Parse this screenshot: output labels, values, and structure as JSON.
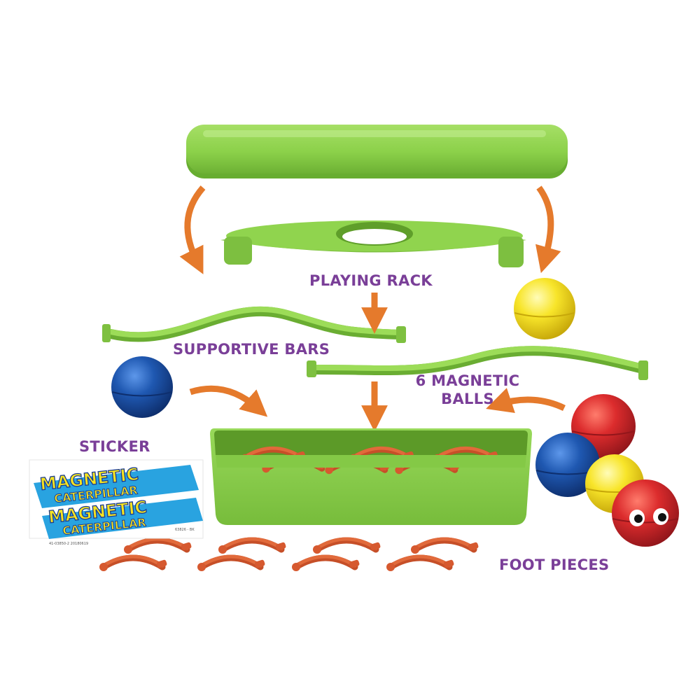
{
  "labels": {
    "playing_rack": "PLAYING RACK",
    "supportive_bars": "SUPPORTIVE BARS",
    "magnetic_balls_line1": "6 MAGNETIC",
    "magnetic_balls_line2": "BALLS",
    "sticker": "STICKER",
    "foot_pieces": "FOOT PIECES"
  },
  "sticker": {
    "line1": "MAGNETIC",
    "line2": "CATERPILLAR",
    "fine_print_left": "41-03850-2  20180619",
    "fine_print_right": "63826 - BK"
  },
  "colors": {
    "label_purple": "#7a3f98",
    "arrow_orange": "#e57a2c",
    "plastic_green": "#8cd14a",
    "foot_orange": "#d6592f",
    "ball_red": "#d62a2e",
    "ball_blue": "#1e58b0",
    "ball_yellow": "#f5e020"
  },
  "icons": [
    "curved-arrow-icon",
    "straight-arrow-icon",
    "magnetic-ball-icon",
    "foot-piece-icon"
  ]
}
